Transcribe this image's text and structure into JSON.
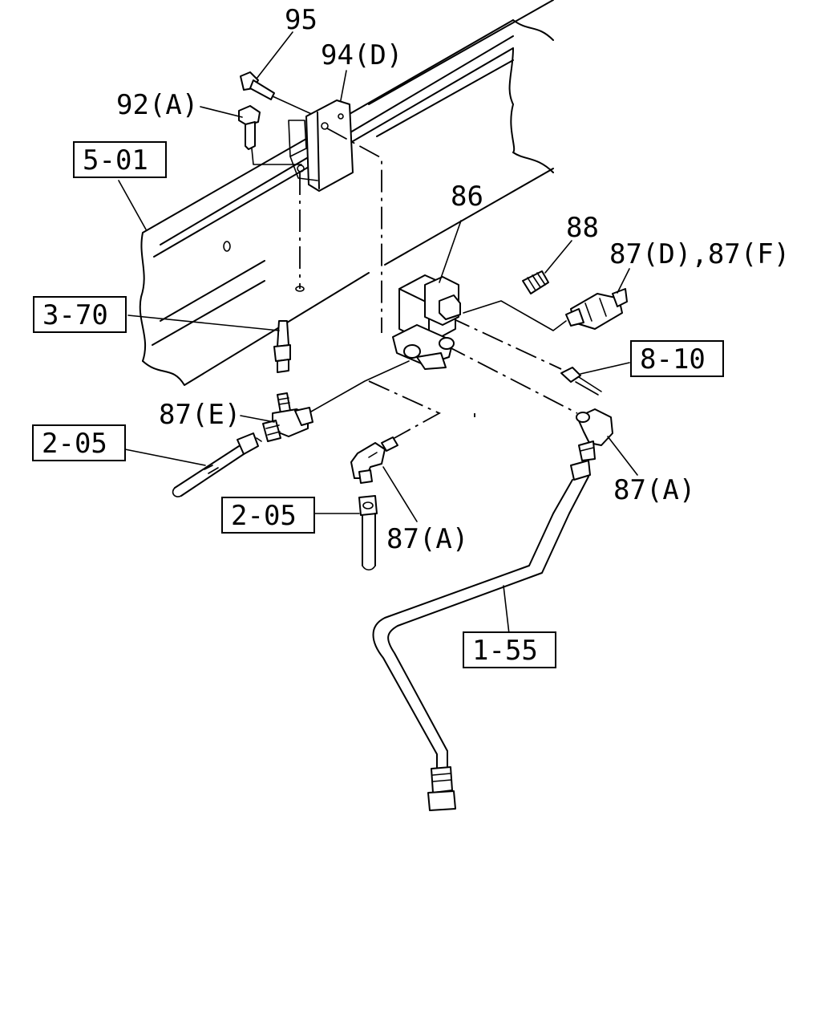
{
  "labels": {
    "l95": "95",
    "l94d": "94(D)",
    "l92a": "92(A)",
    "l86": "86",
    "l88": "88",
    "l87df": "87(D),87(F)",
    "l87e": "87(E)",
    "l87a_right": "87(A)",
    "l87a_mid": "87(A)"
  },
  "refs": {
    "r501": "5-01",
    "r370": "3-70",
    "r810": "8-10",
    "r205_left": "2-05",
    "r205_mid": "2-05",
    "r155": "1-55"
  }
}
